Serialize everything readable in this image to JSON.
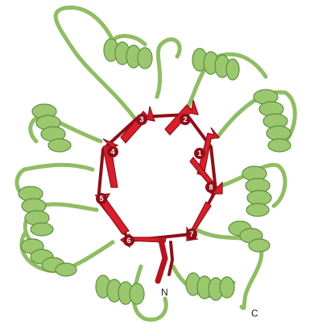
{
  "figure": {
    "terminus_n": "N",
    "terminus_c": "C",
    "strand_numbers": [
      "1",
      "2",
      "3",
      "4",
      "5",
      "6",
      "7",
      "8"
    ],
    "colors": {
      "helix": "#9bc76f",
      "helix_dark": "#5f8f3d",
      "loop": "#8fbd63",
      "strand": "#d81f2c",
      "strand_dark": "#8e0f18",
      "label": "#1a1a1a"
    }
  }
}
